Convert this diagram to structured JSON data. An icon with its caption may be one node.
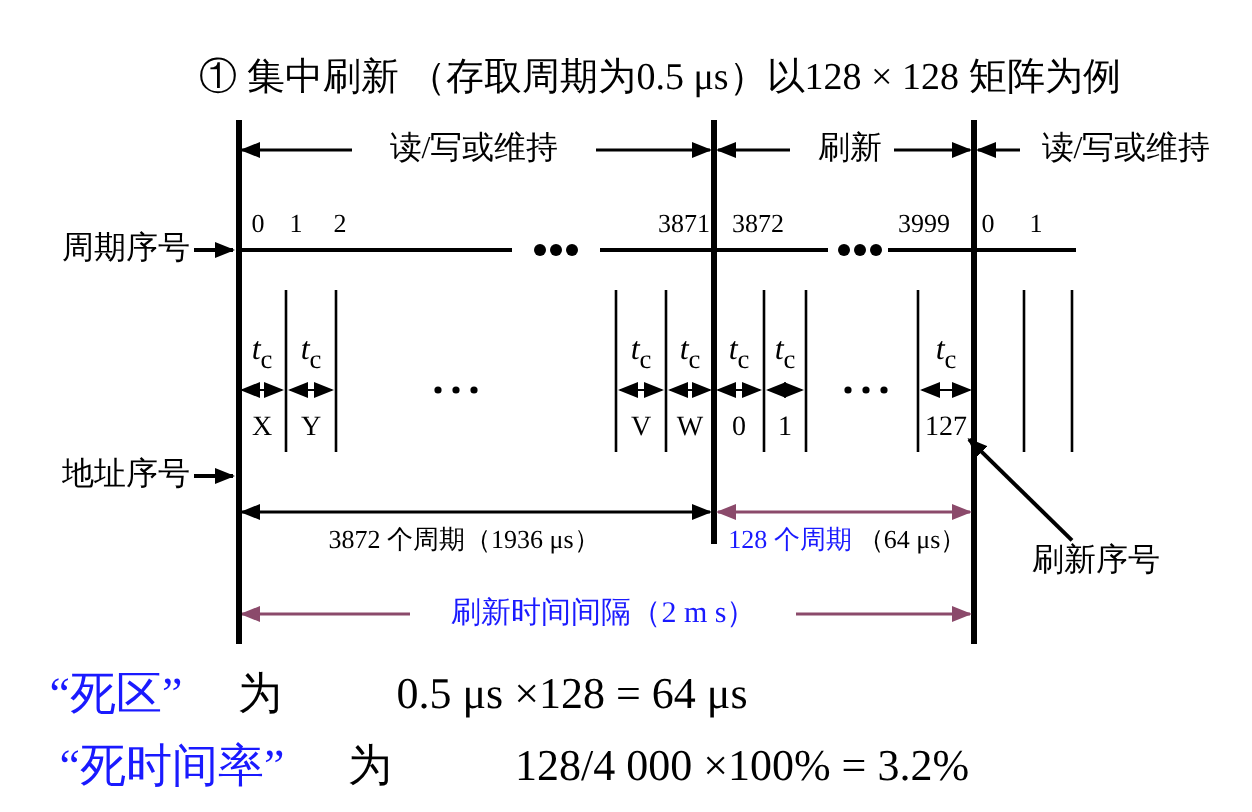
{
  "diagram": {
    "nodes": [
      {
        "text": [
          "周期序号"
        ]
      },
      {
        "text": [
          "地址序号"
        ]
      },
      {
        "text": [
          "刷新序号"
        ]
      },
      {
        "text": [
          "127"
        ]
      },
      {
        "text": [],
        "shape": "bar"
      }
    ],
    "edges": [
      {
        "from": 0,
        "to": 4,
        "arrow": "to"
      },
      {
        "from": 1,
        "to": 4,
        "arrow": "to"
      },
      {
        "from": 2,
        "to": 3,
        "arrow": "to"
      }
    ],
    "labels": [
      "① 集中刷新 （存取周期为0.5 μs）以128 × 128 矩阵为例",
      "读/写或维持",
      "刷新",
      "读/写或维持",
      "0",
      "1",
      "2",
      "3871",
      "3872",
      "3999",
      "0",
      "1",
      "*t*$_{c}$",
      "*t*$_{c}$",
      "*t*$_{c}$",
      "*t*$_{c}$",
      "*t*$_{c}$",
      "*t*$_{c}$",
      "*t*$_{c}$",
      "X",
      "Y",
      "V",
      "W",
      "0",
      "1",
      "3872 个周期（1936 μs）",
      "128 个周期",
      "（64 μs）",
      "刷新时间间隔（2 m s）",
      "“死区”",
      "为",
      "0.5 μs ×128 = 64 μs",
      "“死时间率”",
      "为",
      "128/4 000 ×100% = 3.2%"
    ]
  }
}
